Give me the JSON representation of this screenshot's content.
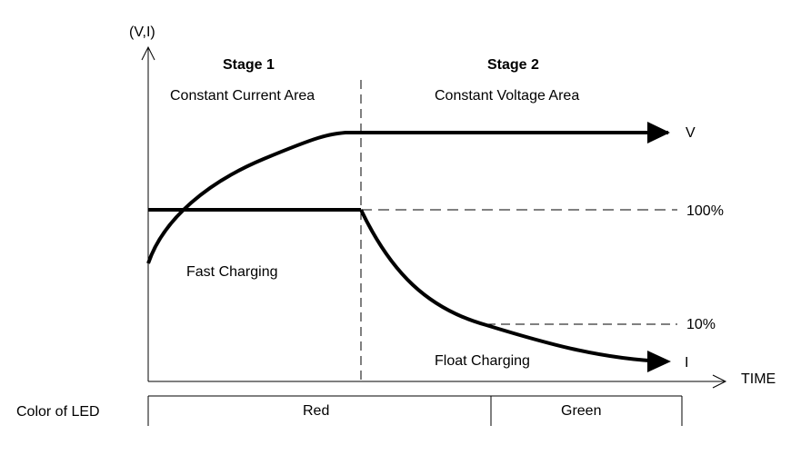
{
  "axes": {
    "y_label": "(V,I)",
    "x_label": "TIME"
  },
  "stages": {
    "stage1": {
      "title": "Stage 1",
      "subtitle": "Constant Current Area"
    },
    "stage2": {
      "title": "Stage 2",
      "subtitle": "Constant Voltage Area"
    }
  },
  "curves": {
    "voltage_label": "V",
    "current_label": "I"
  },
  "levels": {
    "full": "100%",
    "float": "10%"
  },
  "annotations": {
    "fast_charging": "Fast Charging",
    "float_charging": "Float Charging"
  },
  "led": {
    "row_label": "Color of  LED",
    "segments": [
      "Red",
      "Green"
    ]
  }
}
